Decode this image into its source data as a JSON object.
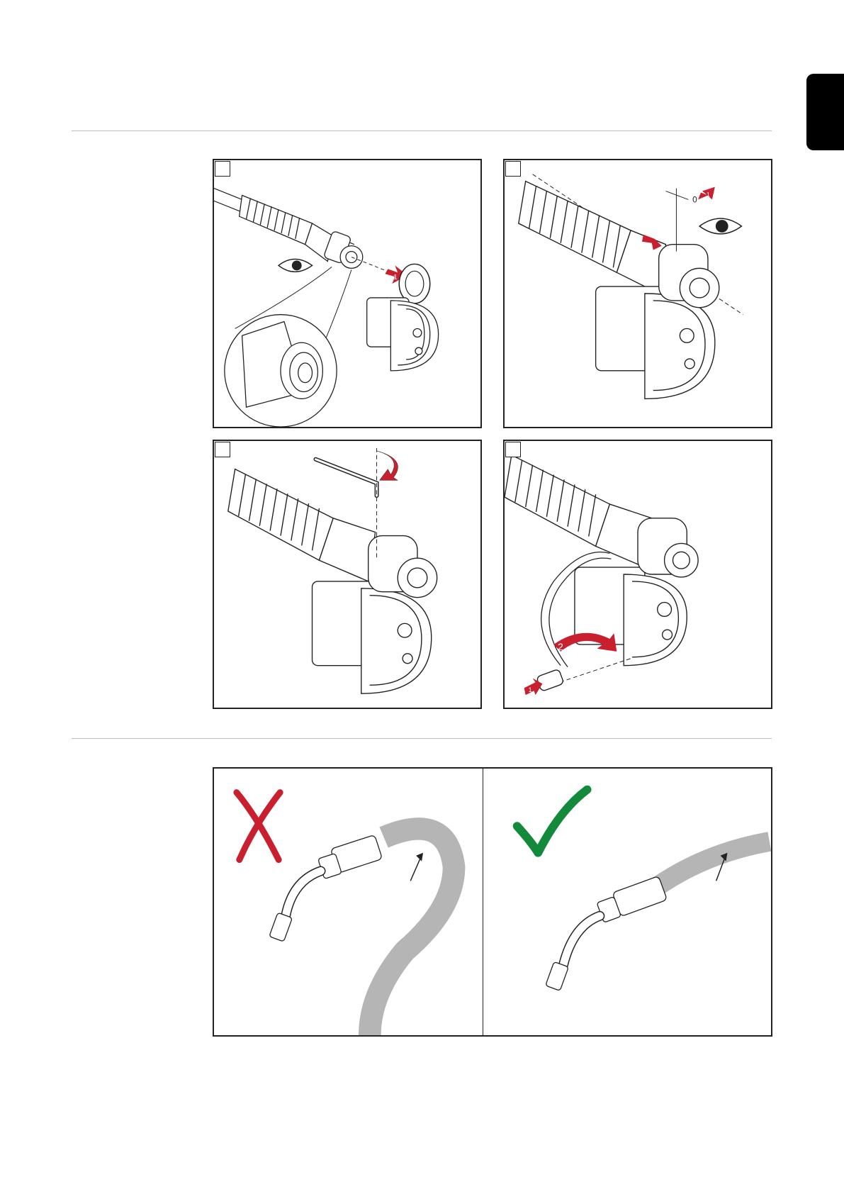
{
  "page": {
    "title": ""
  },
  "steps": [
    {
      "id": "step-1",
      "arrow_labels": [
        "1"
      ]
    },
    {
      "id": "step-2",
      "arrow_labels": [
        "1",
        "0"
      ]
    },
    {
      "id": "step-3",
      "arrow_labels": []
    },
    {
      "id": "step-4",
      "arrow_labels": [
        "2",
        "1"
      ]
    }
  ],
  "comparison": {
    "wrong_mark": "cross-icon",
    "right_mark": "check-icon",
    "colors": {
      "wrong": "#c8202f",
      "right": "#138a3b"
    }
  },
  "colors": {
    "accent_red": "#c8202f",
    "hose_gray": "#b5b5b5",
    "line": "#222222"
  }
}
